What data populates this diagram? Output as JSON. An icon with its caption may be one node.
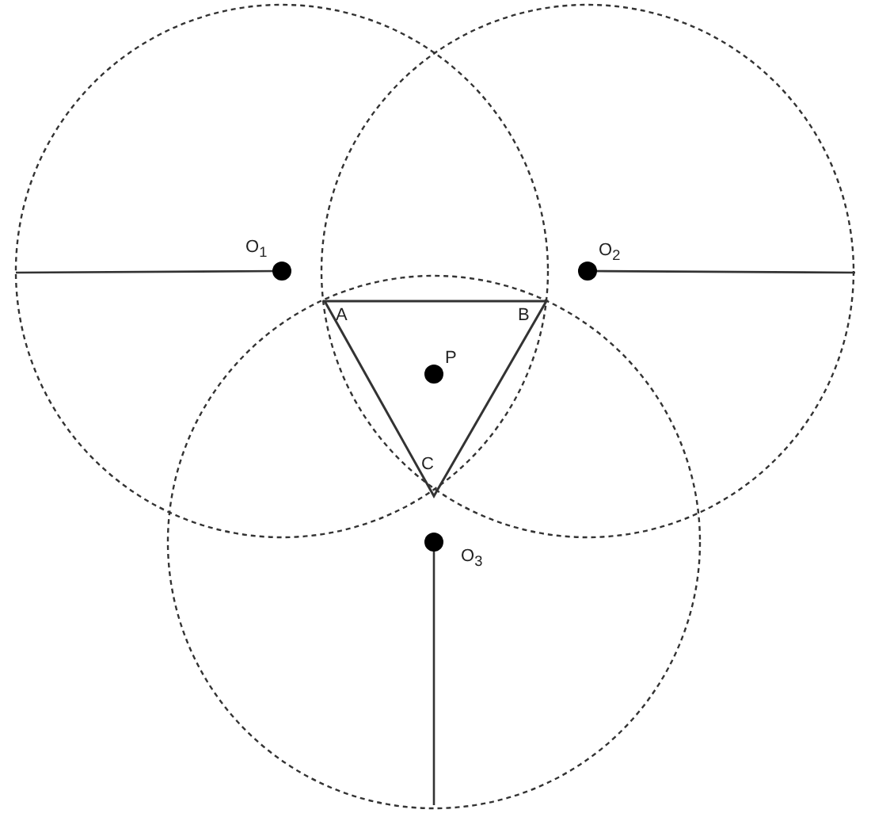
{
  "diagram": {
    "labels": [
      "O$_{1}$",
      "O$_{2}$",
      "A",
      "B",
      "P",
      "C",
      "O$_{3}$"
    ]
  }
}
